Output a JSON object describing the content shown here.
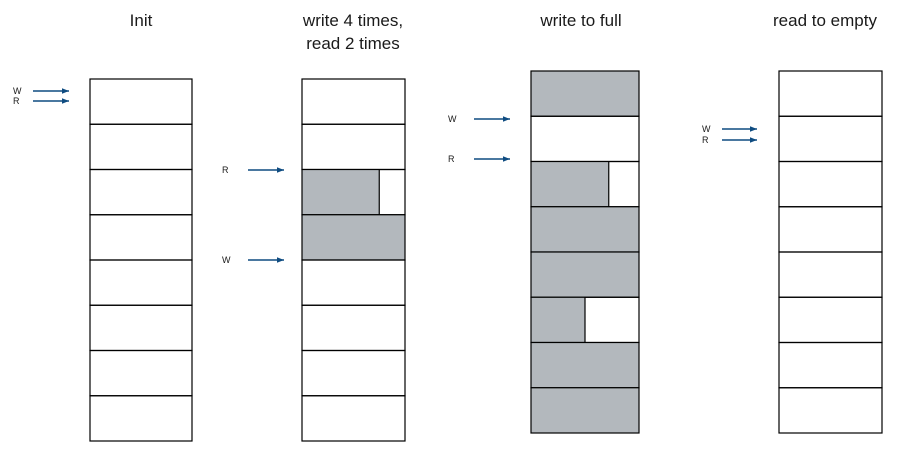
{
  "colors": {
    "cell_border": "#000000",
    "fill_empty": "#ffffff",
    "fill_used": "#b3b8bd",
    "arrow": "#0f4c81",
    "text": "#1a1a1a"
  },
  "icons": {
    "pointer_arrow": "arrow-right-icon"
  },
  "panels": [
    {
      "id": "init",
      "title_lines": [
        "Init"
      ],
      "cells": [
        0,
        0,
        0,
        0,
        0,
        0,
        0,
        0
      ],
      "pointers": [
        {
          "label": "W",
          "cell": 0
        },
        {
          "label": "R",
          "cell": 0
        }
      ]
    },
    {
      "id": "write4-read2",
      "title_lines": [
        "write 4 times,",
        "read 2 times"
      ],
      "cells": [
        0,
        0,
        0.75,
        1,
        0,
        0,
        0,
        0
      ],
      "pointers": [
        {
          "label": "R",
          "cell": 2
        },
        {
          "label": "W",
          "cell": 4
        }
      ]
    },
    {
      "id": "write-full",
      "title_lines": [
        "write to full"
      ],
      "cells": [
        1,
        0,
        0.72,
        1,
        1,
        0.5,
        1,
        1
      ],
      "pointers": [
        {
          "label": "W",
          "cell": 1
        },
        {
          "label": "R",
          "cell": 2
        }
      ]
    },
    {
      "id": "read-empty",
      "title_lines": [
        "read to empty"
      ],
      "cells": [
        0,
        0,
        0,
        0,
        0,
        0,
        0,
        0
      ],
      "pointers": [
        {
          "label": "W",
          "cell": 1
        },
        {
          "label": "R",
          "cell": 1
        }
      ]
    }
  ]
}
